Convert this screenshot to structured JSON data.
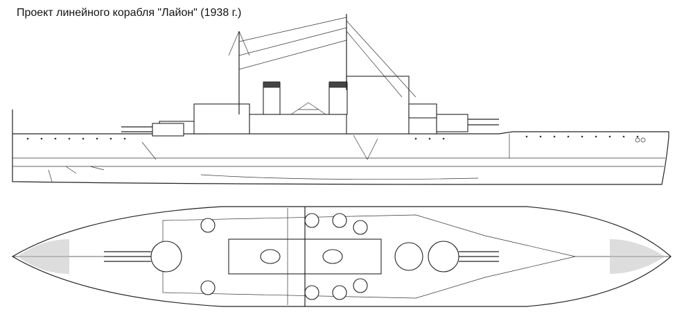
{
  "title": "Проект линейного корабля \"Лайон\" (1938 г.)",
  "views": [
    "side-profile",
    "top-plan"
  ]
}
